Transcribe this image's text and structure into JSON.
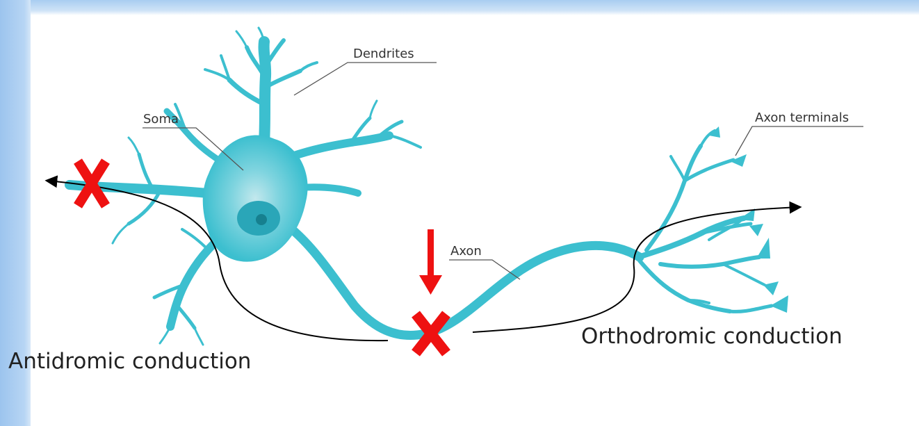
{
  "labels": {
    "dendrites": "Dendrites",
    "soma": "Soma",
    "axon": "Axon",
    "axon_terminals": "Axon terminals",
    "orthodromic": "Orthodromic conduction",
    "antidromic": "Antidromic conduction"
  },
  "colors": {
    "neuron": "#3cbfcf",
    "soma_center": "#b9e4ea",
    "nucleus": "#2aa6b8",
    "nucleolus": "#16808f",
    "block_marker": "#ee1111",
    "conduction_arrow": "#000000",
    "callout_line": "#555555",
    "background_accent": "#a9cdf1"
  },
  "icons": {
    "block_marker": "red-x-icon",
    "stimulus_arrow": "red-down-arrow-icon"
  }
}
